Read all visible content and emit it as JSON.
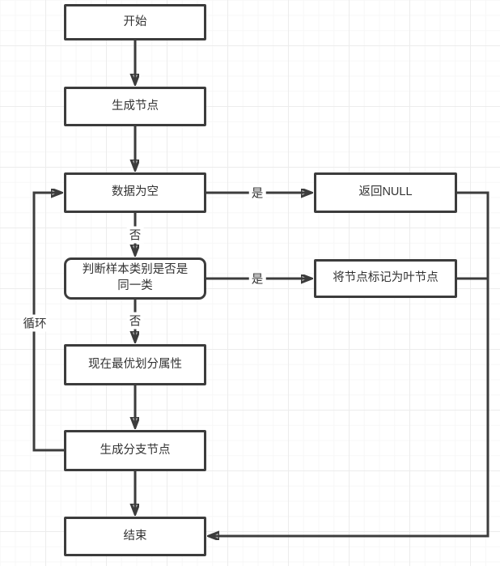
{
  "diagram": {
    "type": "flowchart",
    "language": "zh-CN",
    "nodes": {
      "start": {
        "label": "开始"
      },
      "generate_node": {
        "label": "生成节点"
      },
      "data_empty": {
        "label": "数据为空"
      },
      "judge_same_class": {
        "label": "判断样本类别是否是\n同一类"
      },
      "best_split": {
        "label": "现在最优划分属性"
      },
      "branch_node": {
        "label": "生成分支节点"
      },
      "end": {
        "label": "结束"
      },
      "return_null": {
        "label": "返回NULL"
      },
      "mark_leaf": {
        "label": "将节点标记为叶节点"
      }
    },
    "edge_labels": {
      "yes1": "是",
      "yes2": "是",
      "no1": "否",
      "no2": "否",
      "loop": "循环"
    },
    "colors": {
      "stroke": "#3c3c3c",
      "text": "#333333",
      "node_fill": "#ffffff",
      "grid_minor": "#f7f7f7",
      "grid_major": "#ececec"
    }
  }
}
